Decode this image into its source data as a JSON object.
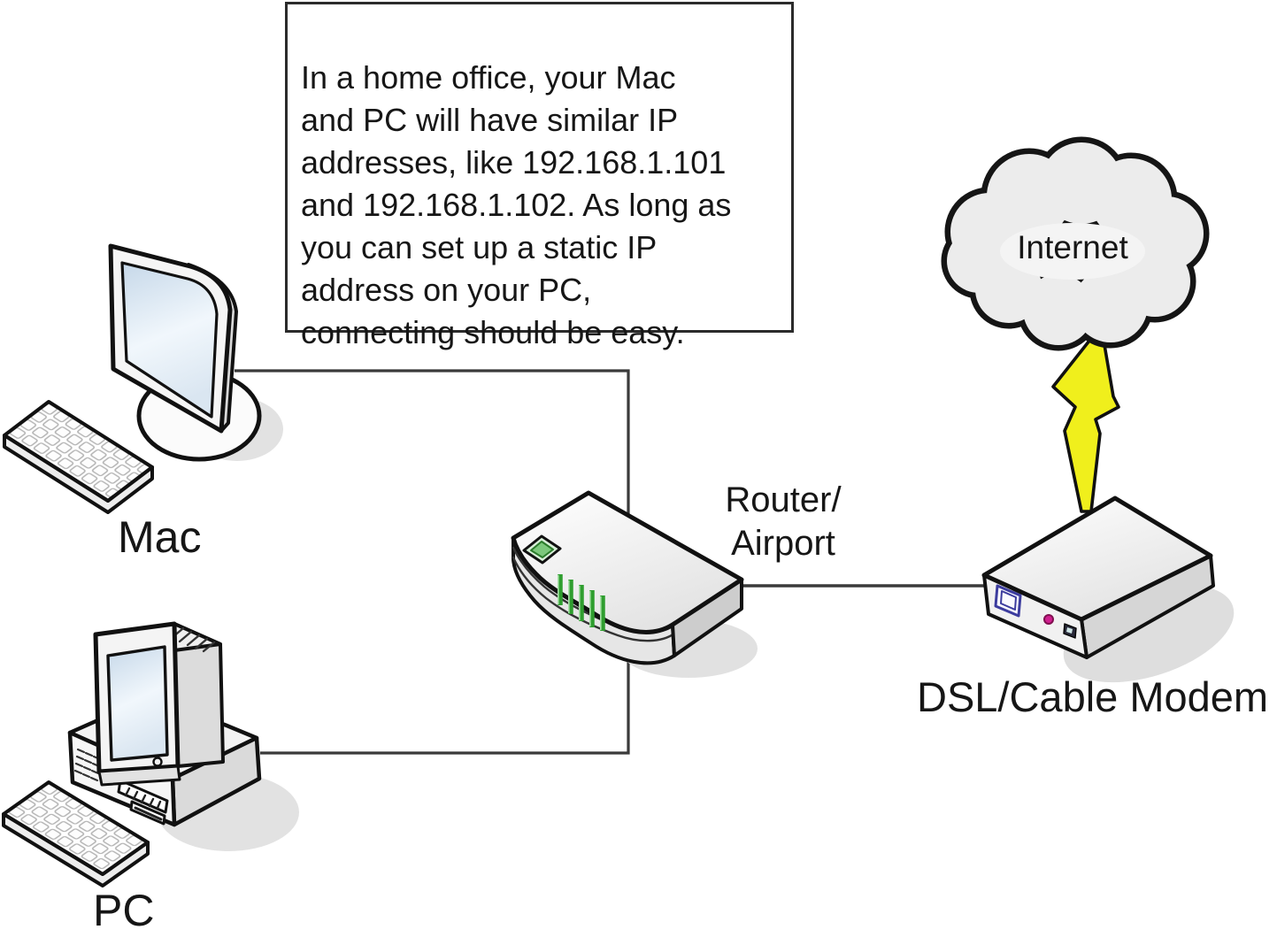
{
  "diagram": {
    "note": {
      "text": "In a home office, your Mac\nand PC will have similar IP\naddresses, like 192.168.1.101\nand 192.168.1.102. As long as\nyou can set up a static IP\naddress on your PC,\nconnecting should be easy."
    },
    "nodes": {
      "mac": {
        "label": "Mac"
      },
      "pc": {
        "label": "PC"
      },
      "router": {
        "label": "Router/\nAirport"
      },
      "modem": {
        "label": "DSL/Cable Modem"
      },
      "internet": {
        "label": "Internet"
      }
    },
    "connections": [
      {
        "from": "mac",
        "to": "router",
        "style": "line"
      },
      {
        "from": "pc",
        "to": "router",
        "style": "line"
      },
      {
        "from": "router",
        "to": "modem",
        "style": "line"
      },
      {
        "from": "internet",
        "to": "modem",
        "style": "lightning"
      }
    ],
    "colors": {
      "background": "#ffffff",
      "outline": "#111111",
      "connection_line": "#3a3a3a",
      "lightning_yellow": "#f0ef1c",
      "led_green": "#2f9e2f",
      "cloud_fill": "#ececec",
      "screen_tint": "#d4e2ef"
    }
  }
}
